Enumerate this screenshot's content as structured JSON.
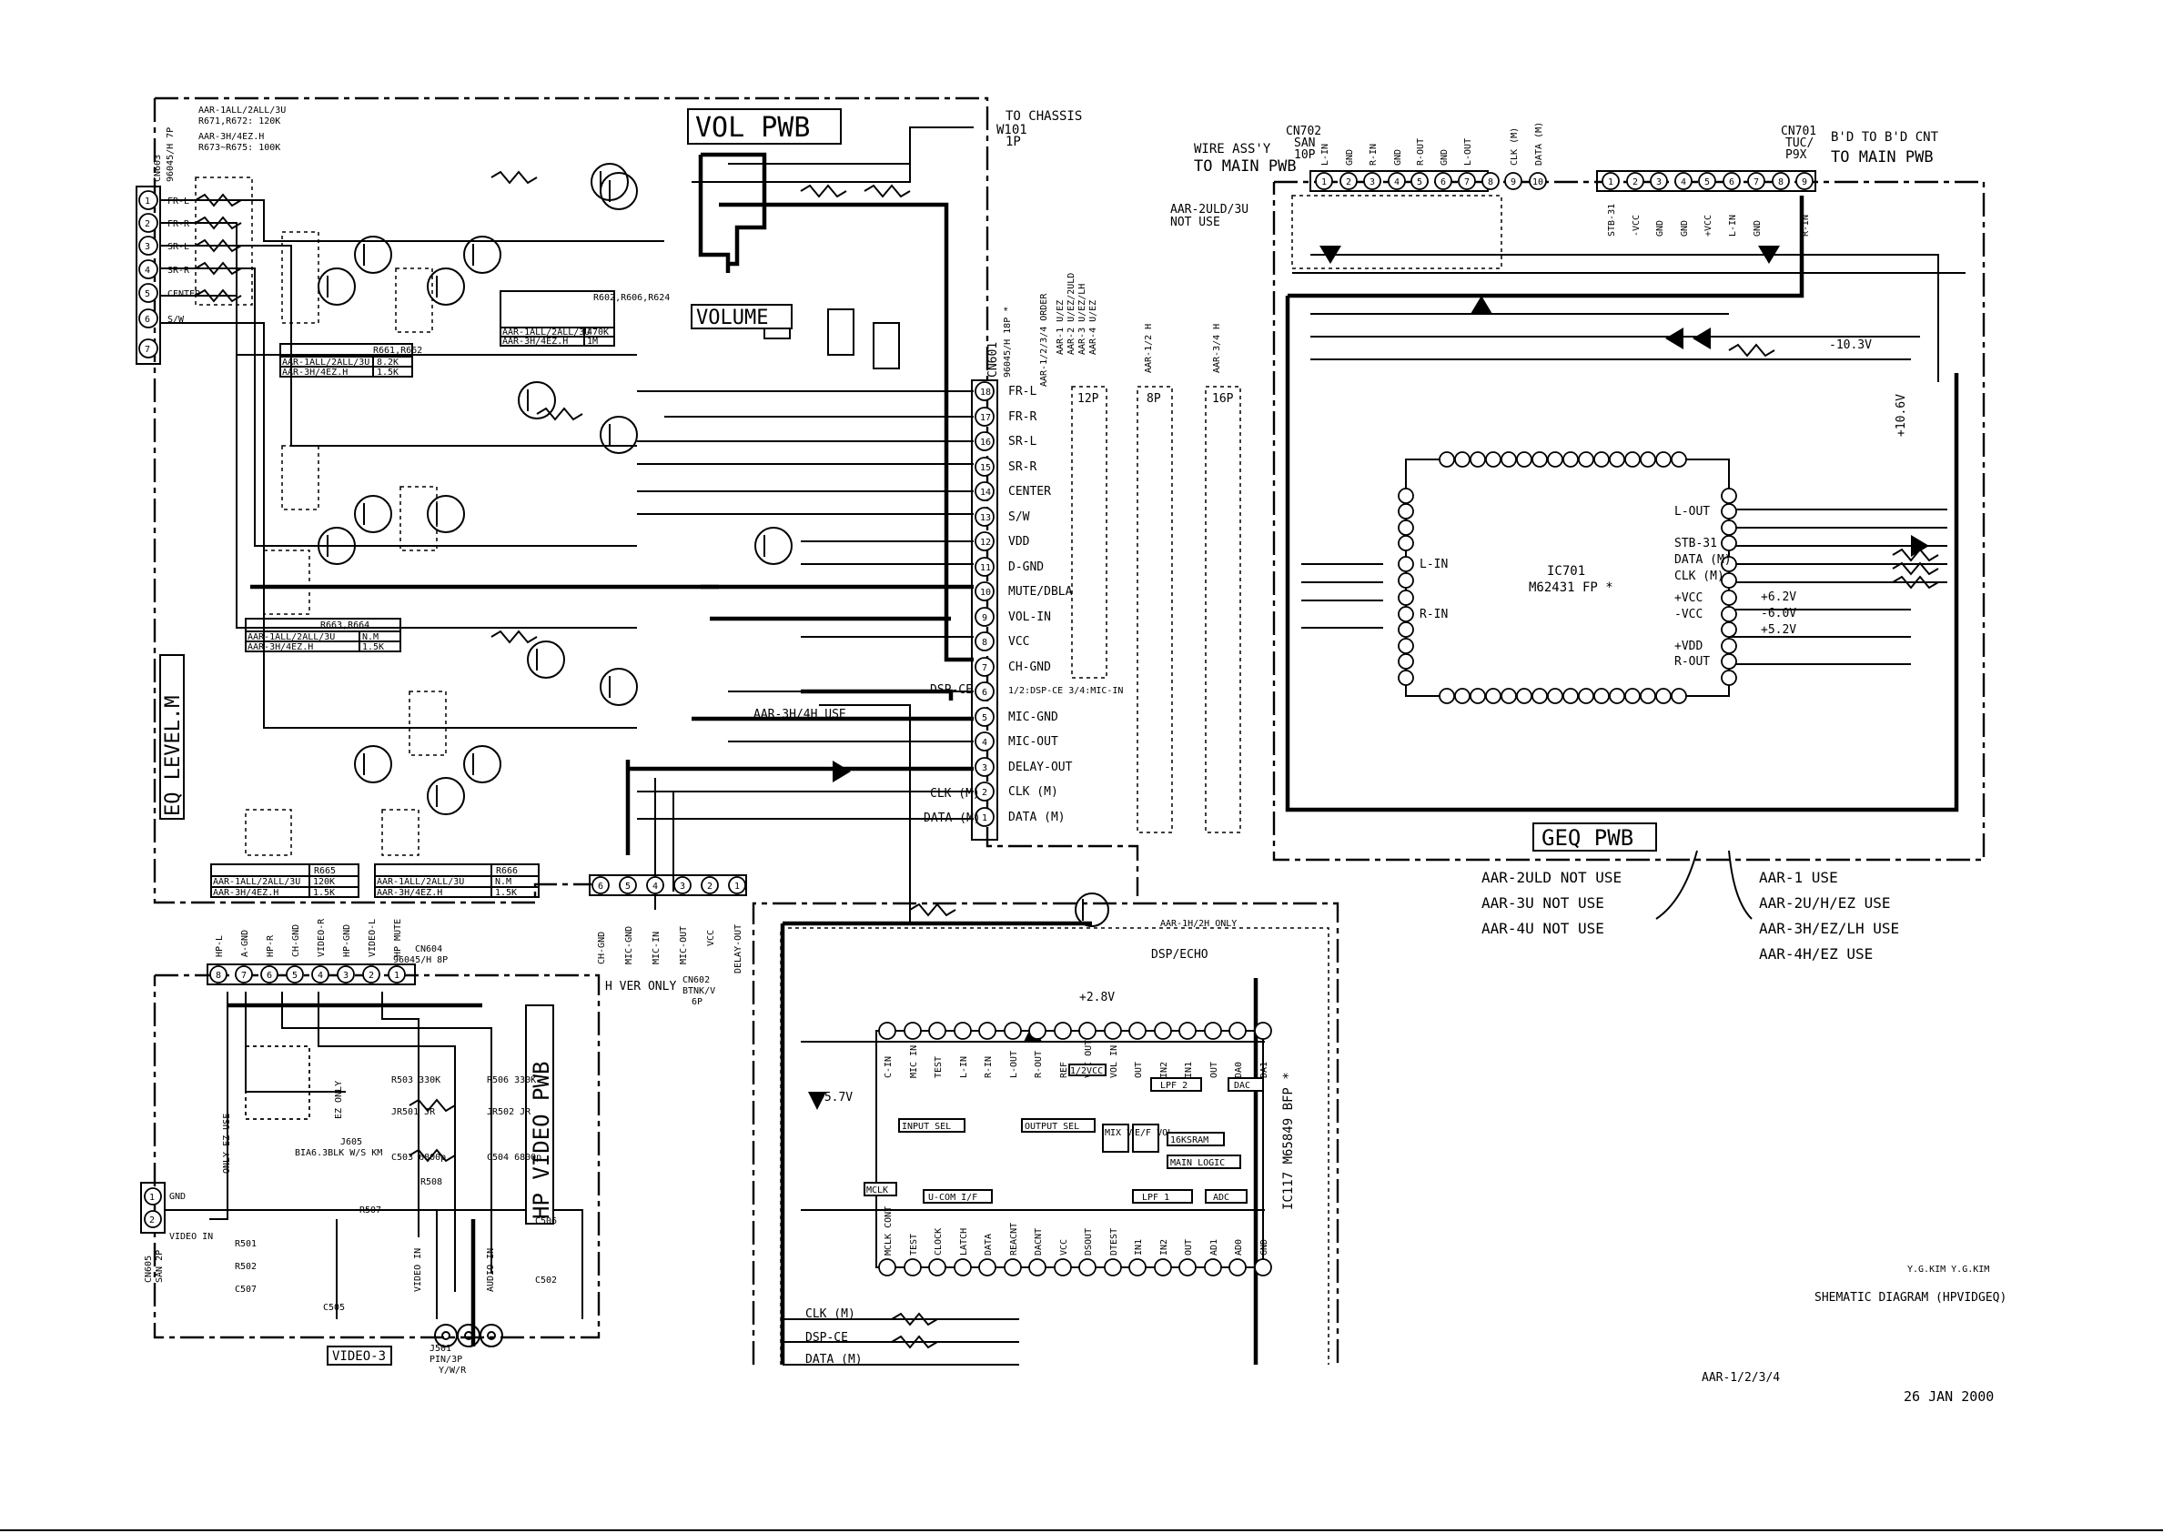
{
  "header": {
    "to_chassis": "TO CHASSIS",
    "w101": "W101",
    "w101_pins": "1P",
    "cn702": "CN702",
    "cn702_type": "SAN",
    "cn702_pins": "10P",
    "wire_assy": "WIRE ASS'Y",
    "to_main_pwb_left": "TO MAIN PWB",
    "cn701": "CN701",
    "cn701_type": "TUC/",
    "cn701_pins": "P9X",
    "b_to_b": "B'D TO B'D CNT",
    "to_main_pwb_right": "TO MAIN PWB"
  },
  "boards": {
    "vol_pwb": "VOL PWB",
    "volume": "VOLUME",
    "geq_pwb": "GEQ PWB",
    "eq_level": "EQ LEVEL.M",
    "hp_video_pwb": "HP VIDEO PWB",
    "video_3": "VIDEO-3"
  },
  "cn601": {
    "ref": "CN601",
    "type": "96045/H 18P *",
    "pins": [
      "FR-L",
      "FR-R",
      "SR-L",
      "SR-R",
      "CENTER",
      "S/W",
      "VDD",
      "D-GND",
      "MUTE/DBLA",
      "VOL-IN",
      "VCC",
      "CH-GND",
      "1/2:DSP-CE 3/4:MIC-IN",
      "MIC-GND",
      "MIC-OUT",
      "DELAY-OUT",
      "CLK (M)",
      "DATA (M)"
    ]
  },
  "cn603": {
    "ref": "CN603",
    "type": "96045/H 7P",
    "pins": [
      "FR-L",
      "FR-R",
      "SR-L",
      "SR-R",
      "CENTER",
      "S/W"
    ]
  },
  "cn702_pins": [
    "L-IN",
    "GND",
    "R-IN",
    "GND",
    "R-OUT",
    "GND",
    "L-OUT",
    "CLK (M)",
    "DATA (M)"
  ],
  "cn701_pins": [
    "STB-31",
    "-VCC",
    "GND",
    "GND",
    "+VCC",
    "L-IN",
    "GND",
    "R-IN"
  ],
  "cn602": {
    "ref": "CN602",
    "type": "BTNK/V",
    "pins_count": "6P",
    "note": "H VER ONLY",
    "pins": [
      "CH-GND",
      "MIC-GND",
      "MIC-IN",
      "MIC-OUT",
      "VCC",
      "DELAY-OUT"
    ]
  },
  "cn604": {
    "ref": "CN604",
    "type": "96045/H 8P",
    "pins": [
      "HP-L",
      "A-GND",
      "HP-R",
      "CH-GND",
      "VIDEO-R",
      "HP-GND",
      "VIDEO-L",
      "HP MUTE"
    ]
  },
  "cn605": {
    "ref": "CN605",
    "type": "SAN 2P",
    "pins": [
      "GND",
      "VIDEO IN"
    ]
  },
  "ic701": {
    "ref": "IC701",
    "part": "M62431 FP *",
    "left_pins": [
      "L-IN",
      "R-IN"
    ],
    "right_pins": [
      "L-OUT",
      "STB-31",
      "DATA (M)",
      "CLK (M)",
      "+VCC",
      "-VCC",
      "+VDD",
      "R-OUT"
    ]
  },
  "ic117": {
    "ref": "IC117 M65849 BFP *",
    "top_pins": [
      "C-IN",
      "MIC IN",
      "TEST",
      "L-IN",
      "R-IN",
      "L-OUT",
      "R-OUT",
      "REF",
      "VCC OUT",
      "VOL IN",
      "OUT",
      "IN2",
      "IN1",
      "OUT",
      "DA0",
      "DA1"
    ],
    "bottom_pins": [
      "MCLK CONT",
      "TEST",
      "CLOCK",
      "LATCH",
      "DATA",
      "REACNT",
      "DACNT",
      "VCC",
      "DSOUT",
      "DTEST",
      "IN1",
      "IN2",
      "OUT",
      "AD1",
      "AD0",
      "GND"
    ],
    "blocks": [
      "INPUT SEL",
      "OUTPUT SEL",
      "MIX VOL",
      "E/F VOL",
      "16KSRAM",
      "MAIN LOGIC",
      "LPF 2",
      "DAC",
      "LPF 1",
      "ADC",
      "MCLK",
      "U-COM I/F",
      "1/2VCC"
    ]
  },
  "dsp_echo": "DSP/ECHO",
  "aar_1h2h": "AAR-1H/2H ONLY",
  "signal_labels": [
    "DSP-CE",
    "CLK (M)",
    "DATA (M)",
    "CLK (M)",
    "DSP-CE",
    "DATA (M)",
    "AAR-3H/4H USE"
  ],
  "voltages": [
    "-10.3V",
    "+10.6V",
    "+6.2V",
    "-6.0V",
    "+5.2V",
    "+5.7V",
    "+2.8V"
  ],
  "resistor_table_1": {
    "refs": "R602,R606,R624",
    "rows": [
      [
        "AAR-1ALL/2ALL/3U",
        "470K"
      ],
      [
        "AAR-3H/4EZ.H",
        "1M"
      ]
    ]
  },
  "resistor_table_2": {
    "refs": "R661,R662",
    "rows": [
      [
        "AAR-1ALL/2ALL/3U",
        "8.2K"
      ],
      [
        "AAR-3H/4EZ.H",
        "1.5K"
      ]
    ]
  },
  "resistor_table_3": {
    "refs": "R663,R664",
    "rows": [
      [
        "AAR-1ALL/2ALL/3U",
        "N.M"
      ],
      [
        "AAR-3H/4EZ.H",
        "1.5K"
      ]
    ]
  },
  "resistor_table_4": {
    "refs": "R665",
    "rows": [
      [
        "AAR-1ALL/2ALL/3U",
        "120K"
      ],
      [
        "AAR-3H/4EZ.H",
        "1.5K"
      ]
    ]
  },
  "resistor_table_5": {
    "refs": "R666",
    "rows": [
      [
        "AAR-1ALL/2ALL/3U",
        "N.M"
      ],
      [
        "AAR-3H/4EZ.H",
        "1.5K"
      ]
    ]
  },
  "vertical_notes": [
    "AAR-1/2/3/4 ORDER",
    "AAR-1 U/EZ",
    "AAR-2 U/EZ/2ULD",
    "AAR-3 U/EZ/LH",
    "AAR-4 U/EZ",
    "AAR-1/2 H",
    "AAR-3/4 H",
    "12P",
    "8P",
    "16P"
  ],
  "top_left_note": [
    "AAR-1ALL/2ALL/3U",
    "R671,R672: 120K",
    "AAR-3H/4EZ.H",
    "R673~R675: 100K"
  ],
  "aar2uld_note": [
    "AAR-2ULD/3U",
    "NOT USE"
  ],
  "legend": {
    "not_use": [
      "AAR-2ULD NOT USE",
      "AAR-3U NOT USE",
      "AAR-4U NOT USE"
    ],
    "use": [
      "AAR-1 USE",
      "AAR-2U/H/EZ USE",
      "AAR-3H/EZ/LH USE",
      "AAR-4H/EZ USE"
    ]
  },
  "footer": {
    "designers": "Y.G.KIM  Y.G.KIM",
    "title": "SHEMATIC DIAGRAM (HPVIDGEQ)",
    "model": "AAR-1/2/3/4",
    "date": "26 JAN 2000"
  },
  "hp_video": {
    "ez_only": "EZ ONLY",
    "only_ez_use": "ONLY EZ USE",
    "jack": "J605",
    "jack_desc": "BIA6.3BLK W/S KM",
    "rca": "J501",
    "rca_desc": "PIN/3P",
    "rca_colors": "Y/W/R",
    "video_in": "VIDEO IN",
    "audio_in": "AUDIO IN",
    "parts": [
      "R503 330K",
      "R506 330K",
      "C503 6800p",
      "C504 6800p",
      "R507",
      "R508",
      "R501",
      "R502",
      "C507",
      "C505",
      "C502",
      "C506",
      "JR501 JR",
      "JR502 JR"
    ]
  },
  "colors": {
    "ink": "#000000",
    "paper": "#ffffff"
  }
}
